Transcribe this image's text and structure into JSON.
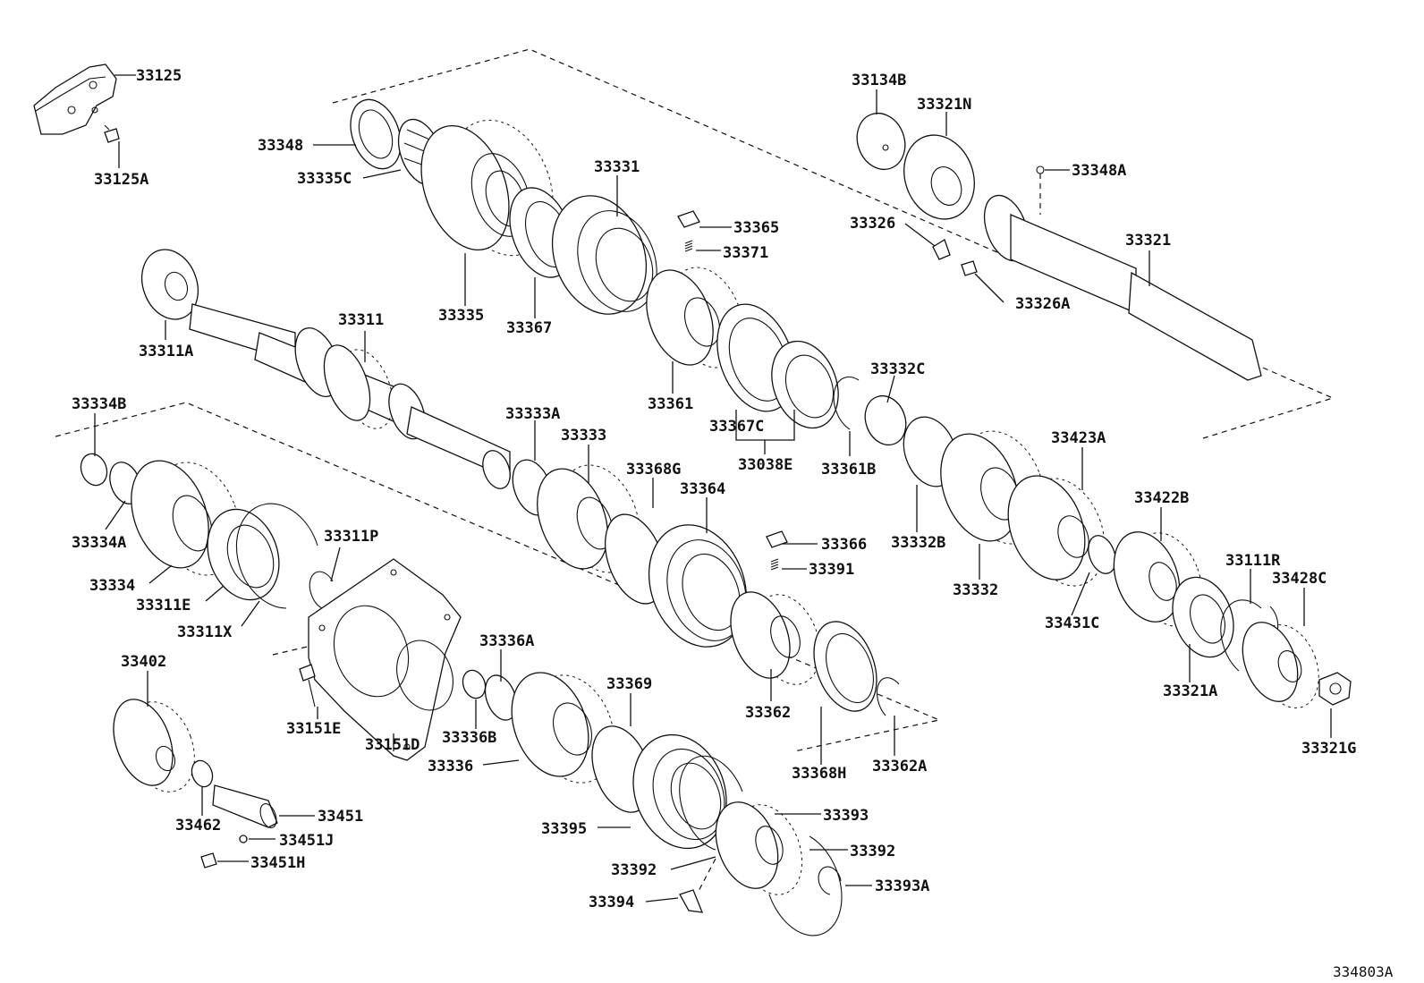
{
  "diagram_code": "334803A",
  "callouts": {
    "c33125": "33125",
    "c33125A": "33125A",
    "c33348": "33348",
    "c33335C": "33335C",
    "c33331": "33331",
    "c33365": "33365",
    "c33371": "33371",
    "c33335": "33335",
    "c33367": "33367",
    "c33361": "33361",
    "c33367C": "33367C",
    "c33038E": "33038E",
    "c33311A": "33311A",
    "c33311": "33311",
    "c33134B": "33134B",
    "c33321N": "33321N",
    "c33348A": "33348A",
    "c33326": "33326",
    "c33321": "33321",
    "c33326A": "33326A",
    "c33332C": "33332C",
    "c33361B": "33361B",
    "c33334B": "33334B",
    "c33333A": "33333A",
    "c33333": "33333",
    "c33368G": "33368G",
    "c33364": "33364",
    "c33423A": "33423A",
    "c33334A": "33334A",
    "c33311P": "33311P",
    "c33366": "33366",
    "c33391": "33391",
    "c33332B": "33332B",
    "c33422B": "33422B",
    "c33334": "33334",
    "c33311E": "33311E",
    "c33311X": "33311X",
    "c33332": "33332",
    "c33111R": "33111R",
    "c33428C": "33428C",
    "c33431C": "33431C",
    "c33402": "33402",
    "c33336A": "33336A",
    "c33369": "33369",
    "c33362": "33362",
    "c33321A": "33321A",
    "c33151E": "33151E",
    "c33151D": "33151D",
    "c33336B": "33336B",
    "c33336": "33336",
    "c33368H": "33368H",
    "c33362A": "33362A",
    "c33321G": "33321G",
    "c33462": "33462",
    "c33451": "33451",
    "c33451J": "33451J",
    "c33451H": "33451H",
    "c33393": "33393",
    "c33395": "33395",
    "c33392a": "33392",
    "c33392b": "33392",
    "c33394": "33394",
    "c33393A": "33393A"
  }
}
